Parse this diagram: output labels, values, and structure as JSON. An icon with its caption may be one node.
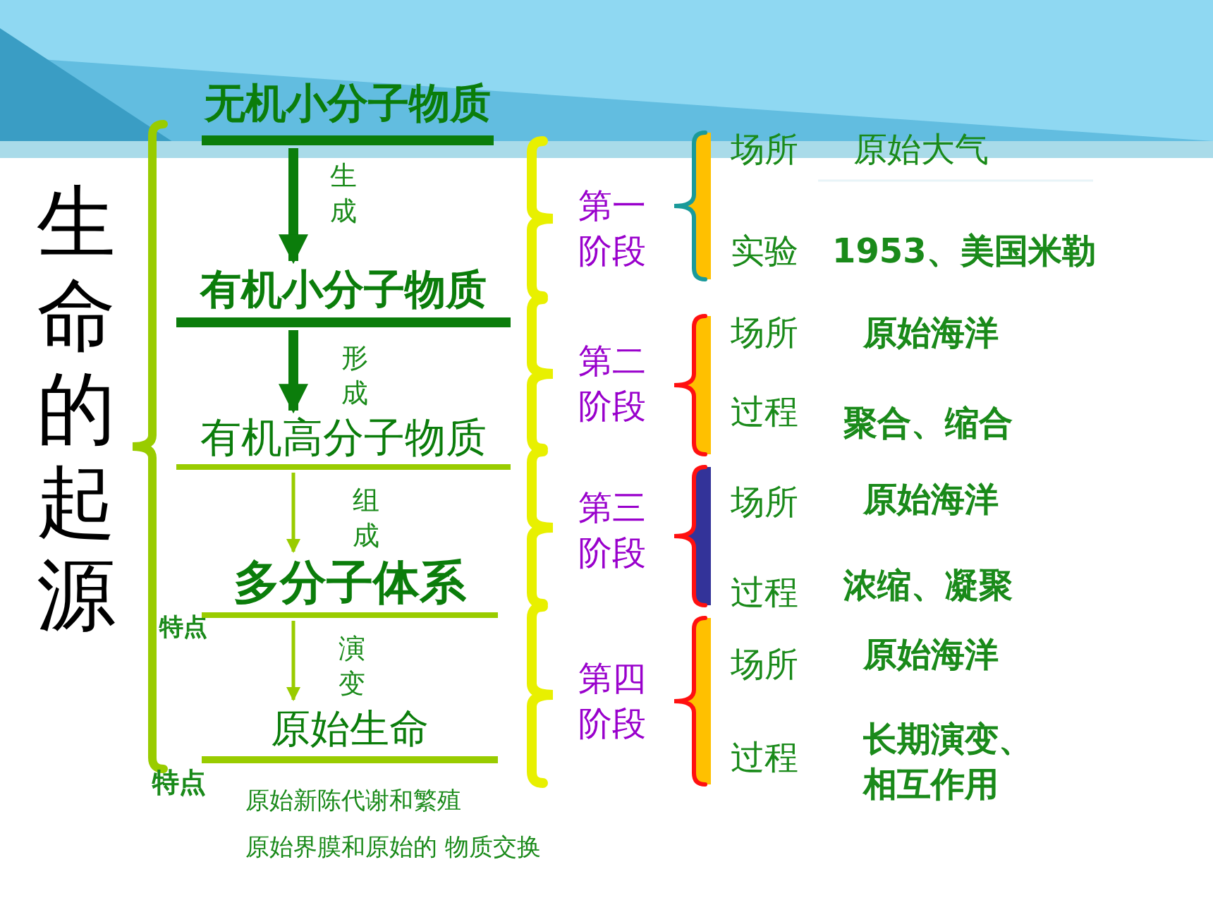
{
  "diagram": {
    "title": "生命的起源",
    "nodes": [
      {
        "text": [
          "无机小分子物质"
        ]
      },
      {
        "text": [
          "有机小分子物质"
        ]
      },
      {
        "text": [
          "有机高分子物质"
        ]
      },
      {
        "text": [
          "多分子体系"
        ]
      },
      {
        "text": [
          "原始生命"
        ]
      }
    ],
    "edges": [
      {
        "from": 0,
        "to": 1,
        "arrow": "to",
        "label": "生成",
        "style": "thick",
        "color": "#0b7d0b"
      },
      {
        "from": 1,
        "to": 2,
        "arrow": "to",
        "label": "形成",
        "style": "thick",
        "color": "#0b7d0b"
      },
      {
        "from": 2,
        "to": 3,
        "arrow": "to",
        "label": "组成",
        "color": "#99cc00"
      },
      {
        "from": 3,
        "to": 4,
        "arrow": "to",
        "label": "演变",
        "color": "#99cc00"
      }
    ],
    "labels": [
      "第一阶段",
      "场所",
      "原始大气",
      "实验",
      "1953、美国米勒",
      "第二阶段",
      "场所",
      "原始海洋",
      "过程",
      "聚合、缩合",
      "第三阶段",
      "场所",
      "原始海洋",
      "过程",
      "浓缩、凝聚",
      "特点",
      "第四阶段",
      "场所",
      "原始海洋",
      "过程",
      "长期演变、相互作用",
      "特点",
      "原始新陈代谢和繁殖",
      "原始界膜和原始的 物质交换"
    ]
  }
}
